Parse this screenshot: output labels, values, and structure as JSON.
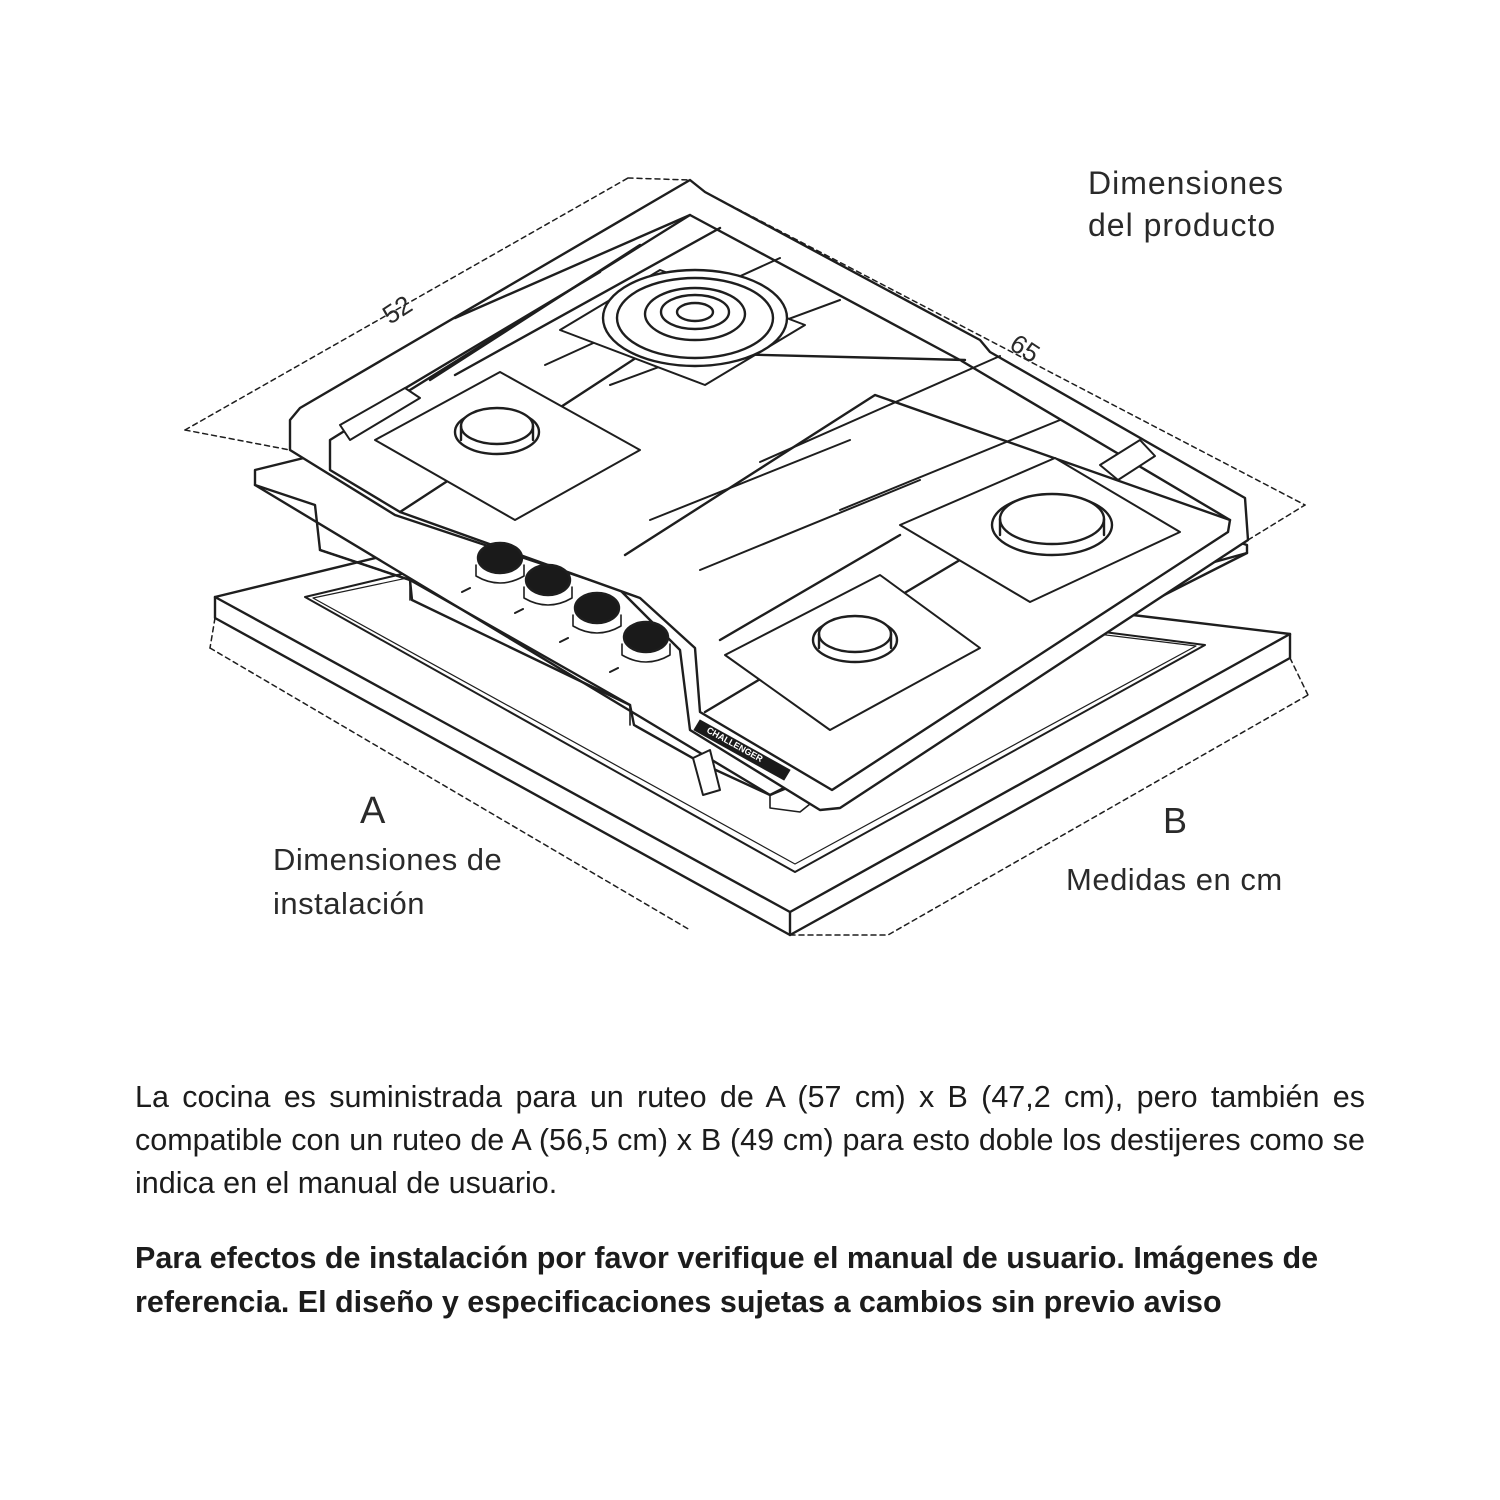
{
  "diagram": {
    "label_product": "Dimensiones del producto",
    "label_a": "A",
    "label_installation": "Dimensiones de instalación",
    "label_b": "B",
    "label_units": "Medidas en cm",
    "dim_depth": "52",
    "dim_width": "65",
    "brand_plate": "CHALLENGER"
  },
  "description": "La cocina es suministrada para un ruteo de A (57 cm) x B (47,2 cm), pero también es compatible con un ruteo de A (56,5 cm) x B (49 cm) para esto doble los destijeres como se indica en el manual de usuario.",
  "note": "Para efectos de instalación por favor verifique el manual de usuario. Imágenes de referencia. El diseño y especificaciones sujetas a cambios sin previo aviso"
}
